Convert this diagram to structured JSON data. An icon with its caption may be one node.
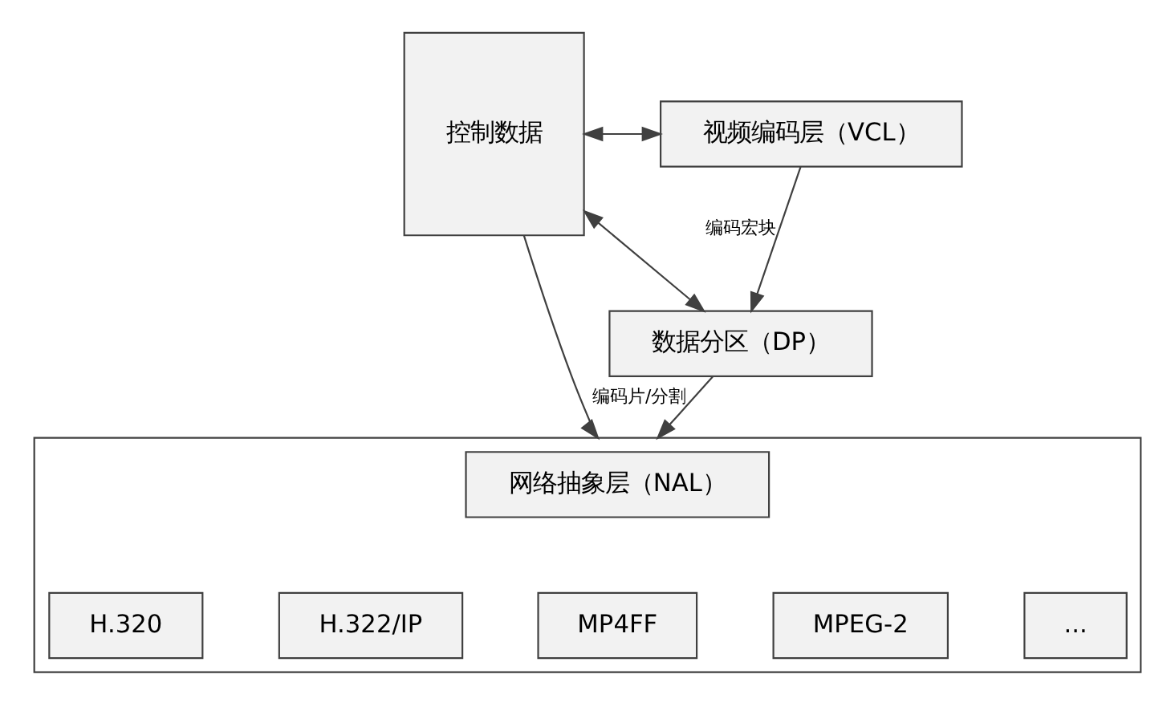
{
  "diagram": {
    "nodes": [
      {
        "text": [
          "控制数据"
        ]
      },
      {
        "text": [
          "视频编码层（VCL）"
        ]
      },
      {
        "text": [
          "数据分区（DP）"
        ]
      },
      {
        "text": [],
        "shape": "box"
      },
      {
        "text": [
          "网络抽象层（NAL）"
        ],
        "in": 3
      },
      {
        "text": [
          "H.320"
        ],
        "in": 3
      },
      {
        "text": [
          "H.322/IP"
        ],
        "in": 3
      },
      {
        "text": [
          "MP4FF"
        ],
        "in": 3
      },
      {
        "text": [
          "MPEG-2"
        ],
        "in": 3
      },
      {
        "text": [
          "..."
        ],
        "in": 3
      }
    ],
    "edges": [
      {
        "from": 0,
        "to": 1,
        "arrow": "both"
      },
      {
        "from": 1,
        "to": 2,
        "arrow": "to",
        "label": "编码宏块"
      },
      {
        "from": 0,
        "to": 2,
        "arrow": "both"
      },
      {
        "from": 0,
        "to": 3,
        "arrow": "to"
      },
      {
        "from": 2,
        "to": 3,
        "arrow": "to",
        "label": "编码片/分割"
      }
    ]
  }
}
